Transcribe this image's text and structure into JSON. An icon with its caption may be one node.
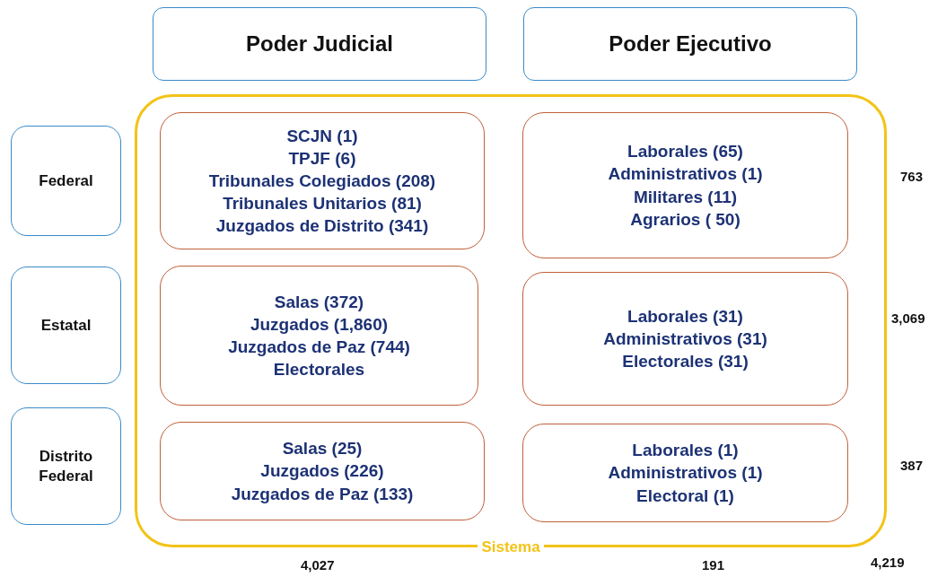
{
  "diagram": {
    "nodes": [
      {
        "text": [
          "Poder Judicial"
        ]
      },
      {
        "text": [
          "Poder Ejecutivo"
        ]
      },
      {
        "text": [
          "Federal"
        ]
      },
      {
        "text": [
          "Estatal"
        ]
      },
      {
        "text": [
          "Distrito Federal"
        ]
      },
      {
        "text": [
          "Sistema"
        ]
      },
      {
        "text": [
          "SCJN (1)",
          "TPJF (6)",
          "Tribunales Colegiados (208)",
          "Tribunales Unitarios (81)",
          "Juzgados de Distrito (341)"
        ],
        "in": 5
      },
      {
        "text": [
          "Laborales (65)",
          "Administrativos (1)",
          "Militares (11)",
          "Agrarios ( 50)"
        ],
        "in": 5
      },
      {
        "text": [
          "Salas (372)",
          "Juzgados (1,860)",
          "Juzgados de Paz (744)",
          "Electorales"
        ],
        "in": 5
      },
      {
        "text": [
          "Laborales (31)",
          "Administrativos (31)",
          "Electorales (31)"
        ],
        "in": 5
      },
      {
        "text": [
          "Salas (25)",
          "Juzgados (226)",
          "Juzgados de Paz (133)"
        ],
        "in": 5
      },
      {
        "text": [
          "Laborales (1)",
          "Administrativos (1)",
          "Electoral (1)"
        ],
        "in": 5
      }
    ],
    "labels": [
      "763",
      "3,069",
      "387",
      "4,027",
      "191",
      "4,219"
    ]
  }
}
